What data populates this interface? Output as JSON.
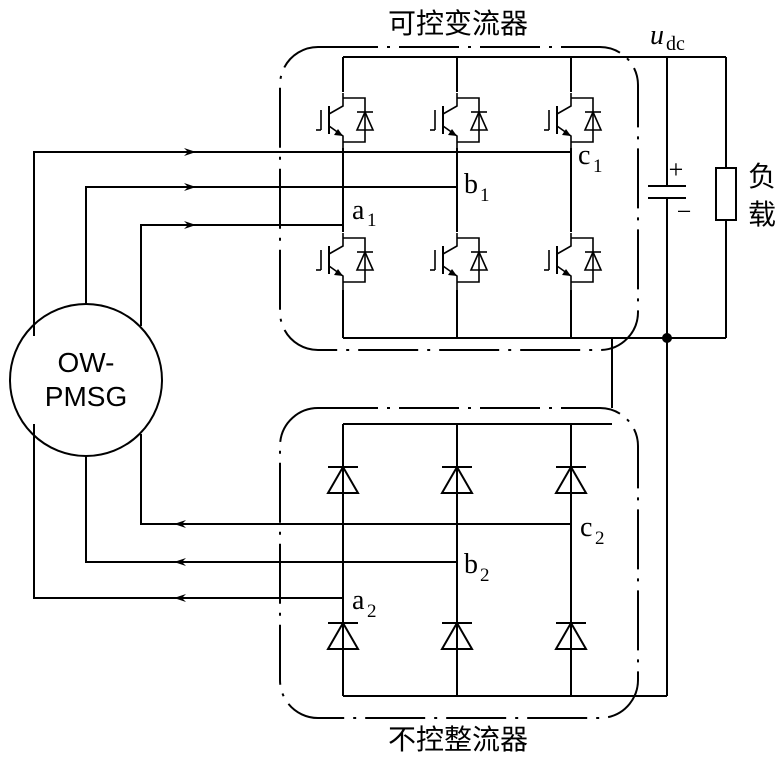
{
  "labels": {
    "top_converter": "可控变流器",
    "bottom_rectifier": "不控整流器",
    "dc_voltage_main": "u",
    "dc_voltage_sub": "dc",
    "plus": "+",
    "minus": "−",
    "load_line1": "负",
    "load_line2": "载",
    "machine_line1": "OW-",
    "machine_line2": "PMSG",
    "a1_main": "a",
    "a1_sub": "1",
    "b1_main": "b",
    "b1_sub": "1",
    "c1_main": "c",
    "c1_sub": "1",
    "a2_main": "a",
    "a2_sub": "2",
    "b2_main": "b",
    "b2_sub": "2",
    "c2_main": "c",
    "c2_sub": "2"
  }
}
